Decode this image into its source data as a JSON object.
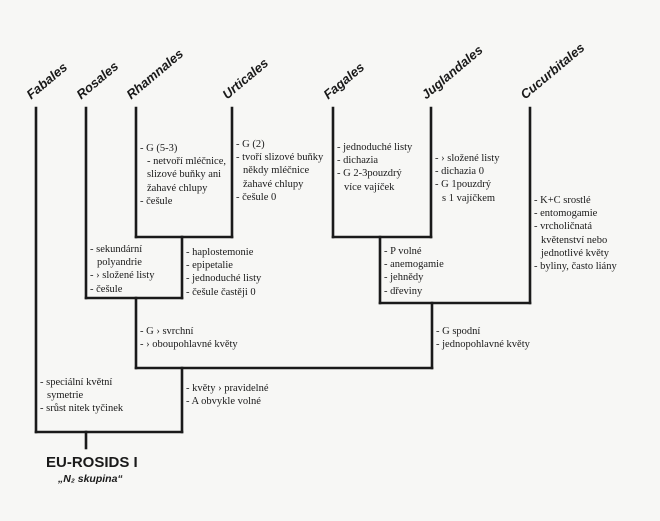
{
  "diagram": {
    "title": "EU-ROSIDS I",
    "subtitle": "„N₂ skupina“",
    "orders": {
      "fabales": "Fabales",
      "rosales": "Rosales",
      "rhamnales": "Rhamnales",
      "urticales": "Urticales",
      "fagales": "Fagales",
      "juglandales": "Juglandales",
      "cucurbitales": "Cucurbitales"
    },
    "notes": {
      "rhamnales": [
        "- G (5-3)",
        "- netvoří mléčnice,",
        "slizové buňky ani",
        "žahavé chlupy",
        "- češule"
      ],
      "urticales": [
        "- G (2)",
        "- tvoří slizové buňky",
        "někdy mléčnice",
        "žahavé chlupy",
        "- češule 0"
      ],
      "fagales": [
        "- jednoduché listy",
        "- dichazia",
        "- G 2-3pouzdrý",
        "více vajíček"
      ],
      "juglandales": [
        "- › složené listy",
        "- dichazia 0",
        "- G 1pouzdrý",
        "s 1 vajíčkem"
      ],
      "cucurbitales": [
        "- K+C srostlé",
        "- entomogamie",
        "- vrcholičnatá",
        "květenství nebo",
        "jednotlivé květy",
        "- byliny, často liány"
      ],
      "rosales": [
        "- sekundární",
        "polyandrie",
        "- › složené listy",
        "- češule"
      ],
      "rham_urt_node": [
        "- haplostemonie",
        "- epipetalie",
        "- jednoduché listy",
        "- češule častěji 0"
      ],
      "fag_jug_node": [
        "- P volné",
        "- anemogamie",
        "- jehnědy",
        "- dřeviny"
      ],
      "left_group": [
        "- G › svrchní",
        "- › oboupohlavné květy"
      ],
      "right_group": [
        "- G spodní",
        "- jednopohlavné květy"
      ],
      "fabales": [
        "- speciální květní",
        "symetrie",
        "- srůst nitek tyčinek"
      ],
      "root": [
        "- květy › pravidelné",
        "- A obvykle volné"
      ]
    }
  }
}
